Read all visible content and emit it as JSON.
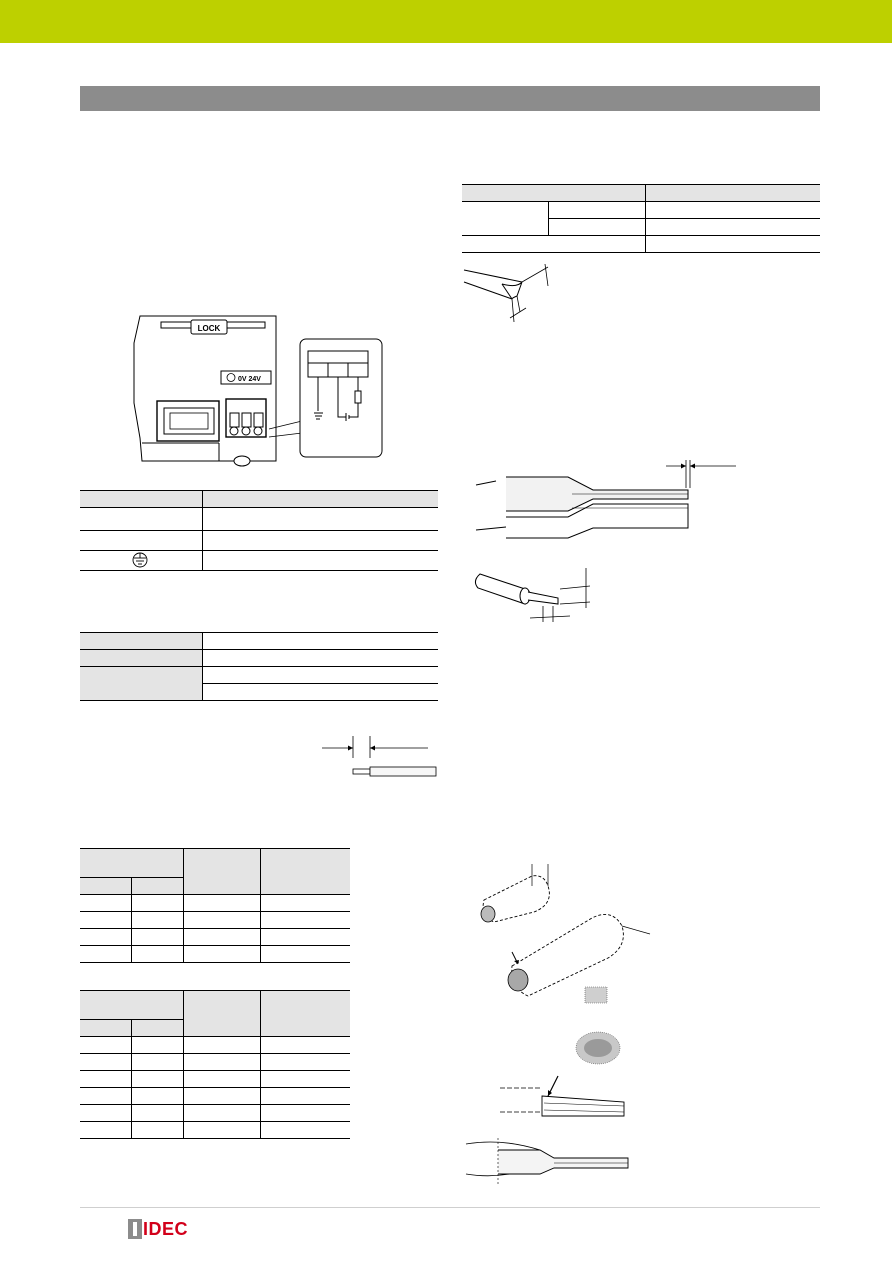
{
  "header": {
    "accent_color": "#bdd000",
    "section_bar_color": "#8c8c8c"
  },
  "figure": {
    "lock_label": "LOCK",
    "terminal_label": "0V 24V",
    "ground_symbol": "ground-icon"
  },
  "footer": {
    "brand": "IDEC",
    "brand_color": "#d2001a"
  }
}
